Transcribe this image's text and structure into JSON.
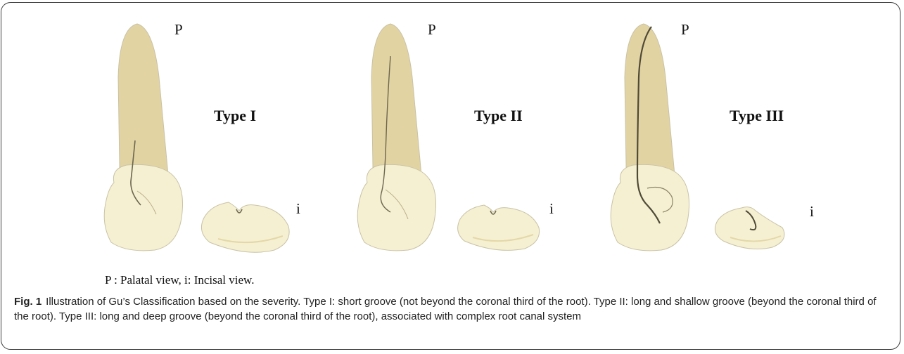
{
  "panels": [
    {
      "view_label": "P",
      "type_title": "Type I",
      "incisal_label": "i",
      "groove": "short"
    },
    {
      "view_label": "P",
      "type_title": "Type II",
      "incisal_label": "i",
      "groove": "long-shallow"
    },
    {
      "view_label": "P",
      "type_title": "Type III",
      "incisal_label": "i",
      "groove": "long-deep"
    }
  ],
  "legend": "P : Palatal view, i: Incisal view.",
  "caption": {
    "label": "Fig. 1",
    "text": "Illustration of Gu’s Classification based on the severity. Type I: short groove (not beyond the coronal third of the root). Type II: long and shallow groove (beyond the coronal third of the root). Type III: long and deep groove (beyond the coronal third of the root), associated with complex root canal system"
  },
  "colors": {
    "root": "#e2d3a2",
    "crown": "#f6f0d2",
    "outline": "#c9c2a6",
    "groove": "#6b6650"
  }
}
